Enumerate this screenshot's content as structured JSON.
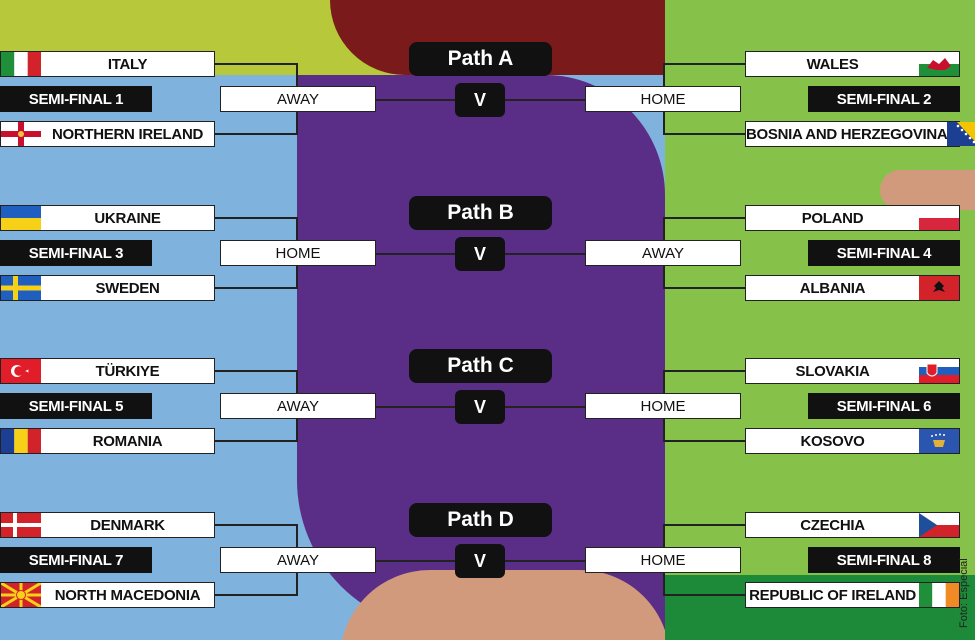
{
  "credit": "Foto: Especial",
  "vs_label": "V",
  "colors": {
    "left_blue": "#7fb2dc",
    "top_olive": "#b7c93a",
    "dark_red": "#7a1a1a",
    "purple": "#5a2d86",
    "right_green": "#86c14a",
    "salmon": "#d29a7c",
    "dark_green": "#1d8a3a"
  },
  "paths": [
    {
      "label": "Path A",
      "left": {
        "team1": {
          "name": "ITALY",
          "flag": "italy-flag-icon"
        },
        "semi": "SEMI-FINAL 1",
        "team2": {
          "name": "NORTHERN IRELAND",
          "flag": "northern-ireland-flag-icon"
        },
        "venue": "AWAY"
      },
      "right": {
        "team1": {
          "name": "WALES",
          "flag": "wales-flag-icon"
        },
        "semi": "SEMI-FINAL 2",
        "team2": {
          "name": "BOSNIA AND HERZEGOVINA",
          "flag": "bosnia-flag-icon"
        },
        "venue": "HOME"
      }
    },
    {
      "label": "Path B",
      "left": {
        "team1": {
          "name": "UKRAINE",
          "flag": "ukraine-flag-icon"
        },
        "semi": "SEMI-FINAL 3",
        "team2": {
          "name": "SWEDEN",
          "flag": "sweden-flag-icon"
        },
        "venue": "HOME"
      },
      "right": {
        "team1": {
          "name": "POLAND",
          "flag": "poland-flag-icon"
        },
        "semi": "SEMI-FINAL 4",
        "team2": {
          "name": "ALBANIA",
          "flag": "albania-flag-icon"
        },
        "venue": "AWAY"
      }
    },
    {
      "label": "Path C",
      "left": {
        "team1": {
          "name": "TÜRKIYE",
          "flag": "turkiye-flag-icon"
        },
        "semi": "SEMI-FINAL 5",
        "team2": {
          "name": "ROMANIA",
          "flag": "romania-flag-icon"
        },
        "venue": "AWAY"
      },
      "right": {
        "team1": {
          "name": "SLOVAKIA",
          "flag": "slovakia-flag-icon"
        },
        "semi": "SEMI-FINAL 6",
        "team2": {
          "name": "KOSOVO",
          "flag": "kosovo-flag-icon"
        },
        "venue": "HOME"
      }
    },
    {
      "label": "Path D",
      "left": {
        "team1": {
          "name": "DENMARK",
          "flag": "denmark-flag-icon"
        },
        "semi": "SEMI-FINAL 7",
        "team2": {
          "name": "NORTH MACEDONIA",
          "flag": "north-macedonia-flag-icon"
        },
        "venue": "AWAY"
      },
      "right": {
        "team1": {
          "name": "CZECHIA",
          "flag": "czechia-flag-icon"
        },
        "semi": "SEMI-FINAL 8",
        "team2": {
          "name": "REPUBLIC OF IRELAND",
          "flag": "ireland-flag-icon"
        },
        "venue": "HOME"
      }
    }
  ]
}
